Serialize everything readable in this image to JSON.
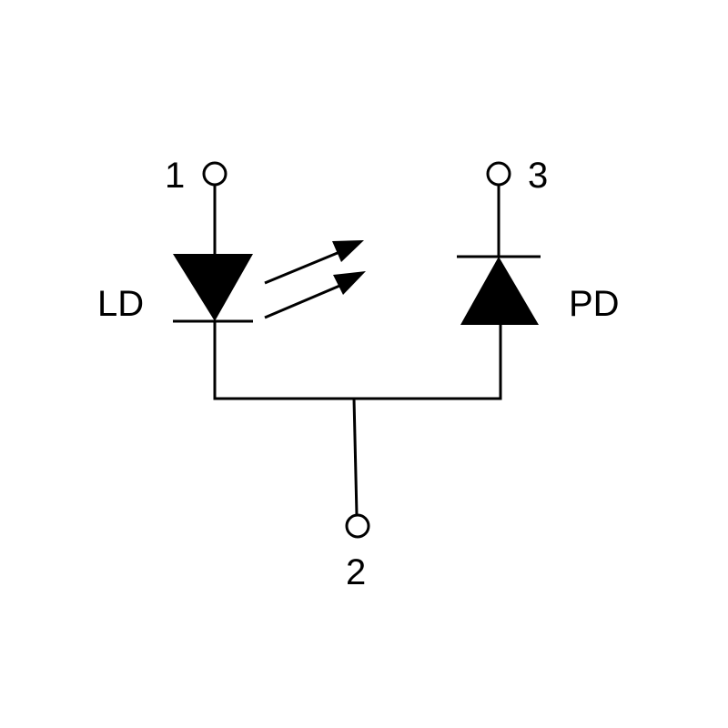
{
  "labels": {
    "pin1": "1",
    "pin2": "2",
    "pin3": "3",
    "laser_diode": "LD",
    "photodiode": "PD"
  },
  "colors": {
    "stroke": "#000000",
    "background": "#ffffff"
  }
}
